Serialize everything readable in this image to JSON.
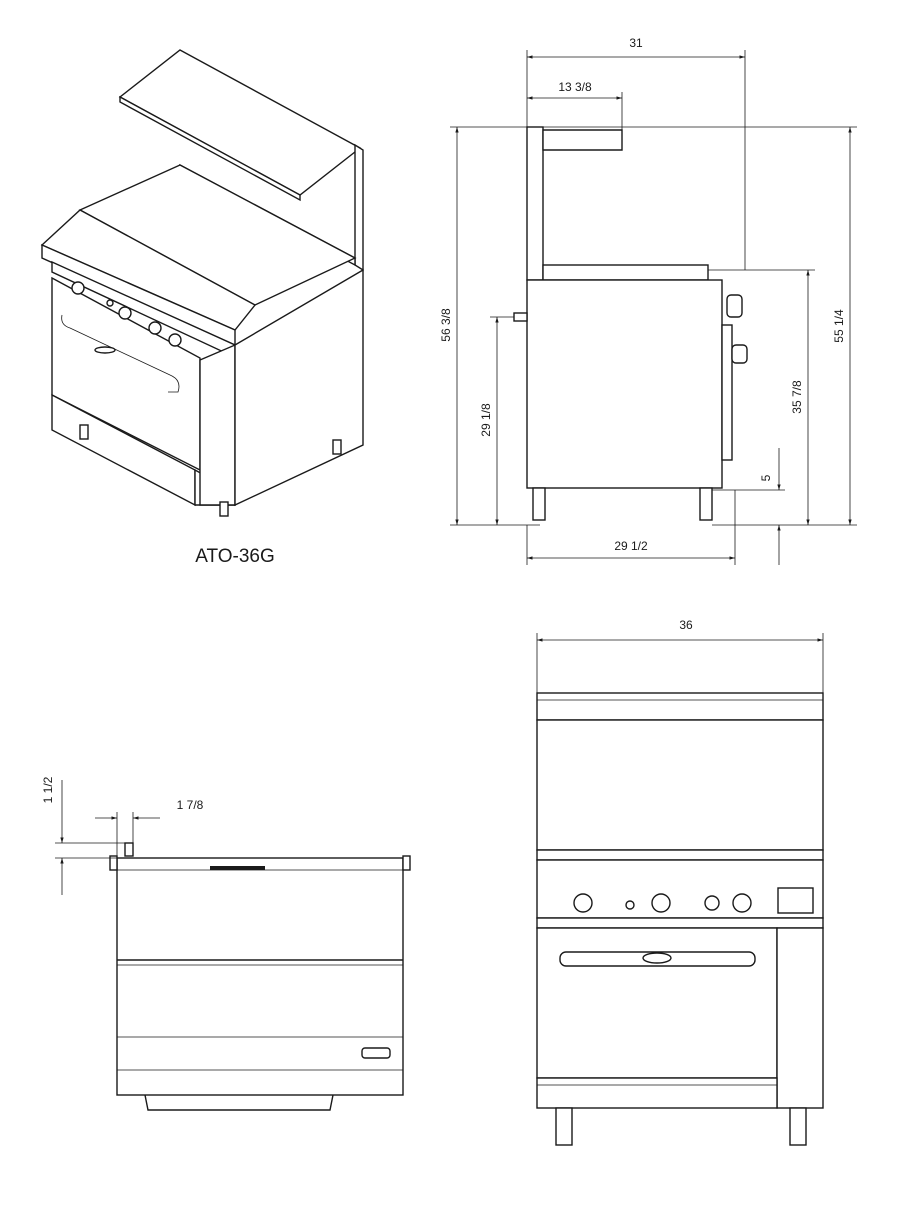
{
  "model": "ATO-36G",
  "side_view": {
    "overall_depth": "31",
    "shelf_depth": "13 3/8",
    "overall_height": "56 3/8",
    "work_height": "29 1/8",
    "cooktop_height": "35 7/8",
    "backsplash_height": "55 1/4",
    "leg_height": "5",
    "body_depth": "29 1/2"
  },
  "front_view": {
    "width": "36"
  },
  "top_view": {
    "flue_height": "1 1/2",
    "flue_offset": "1 7/8"
  }
}
